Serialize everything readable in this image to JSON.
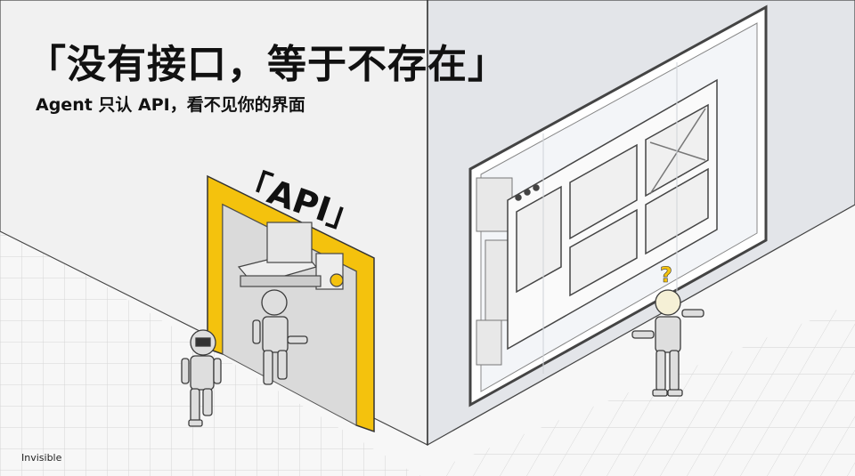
{
  "headline": "「没有接口，等于不存在」",
  "subheadline": "Agent 只认 API，看不见你的界面",
  "door_sign": "「API」",
  "question_mark": "?",
  "brand": "Invisible",
  "colors": {
    "accent_yellow": "#f4c20d",
    "wall_left": "#f2f2f2",
    "wall_right": "#e4e6ea",
    "floor_grid": "#dcdcdc",
    "robot_body": "#dedede",
    "outline": "#3a3a3a"
  },
  "icons": [
    "robot-icon",
    "door-icon",
    "window-icon",
    "conveyor-icon",
    "ui-panel-icon",
    "question-icon"
  ]
}
